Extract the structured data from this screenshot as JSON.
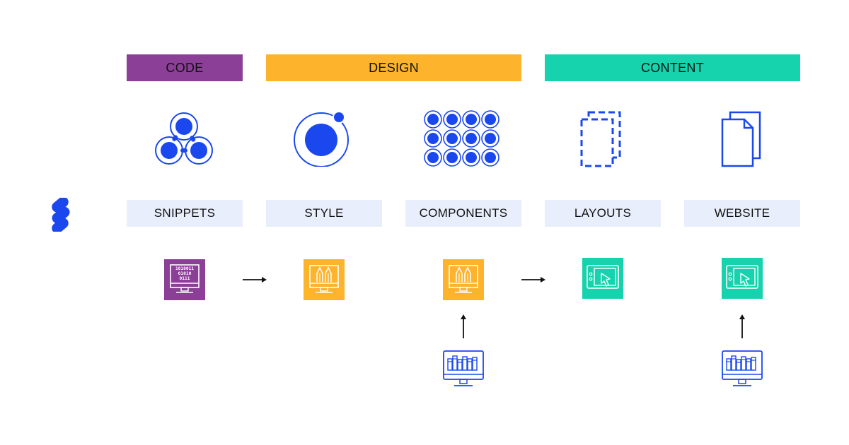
{
  "colors": {
    "code": "#8b3f97",
    "design": "#fdb32b",
    "content": "#17d3ad",
    "icon_blue": "#1a48ee",
    "stage_bg": "#e8eefb"
  },
  "categories": [
    {
      "label": "CODE"
    },
    {
      "label": "DESIGN"
    },
    {
      "label": "CONTENT"
    }
  ],
  "stages": [
    {
      "label": "SNIPPETS",
      "icon": "molecule-icon"
    },
    {
      "label": "STYLE",
      "icon": "orbit-icon"
    },
    {
      "label": "COMPONENTS",
      "icon": "grid-dots-icon"
    },
    {
      "label": "LAYOUTS",
      "icon": "dashed-pages-icon"
    },
    {
      "label": "WEBSITE",
      "icon": "documents-icon"
    }
  ],
  "tiles": [
    {
      "icon": "binary-monitor-icon",
      "tile_text": [
        "1010011",
        "01010",
        "0111"
      ]
    },
    {
      "icon": "design-monitor-icon"
    },
    {
      "icon": "design-monitor-icon"
    },
    {
      "icon": "tablet-touch-icon"
    },
    {
      "icon": "tablet-touch-icon"
    }
  ],
  "inputs": [
    {
      "icon": "library-monitor-icon"
    },
    {
      "icon": "library-monitor-icon"
    }
  ],
  "logo": {
    "icon": "brand-logo-icon"
  }
}
